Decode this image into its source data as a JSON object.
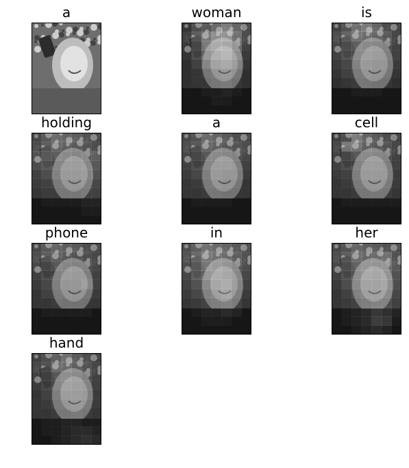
{
  "panels": [
    {
      "word": "a",
      "overlay": "none"
    },
    {
      "word": "woman",
      "overlay": [
        [
          10,
          30,
          40,
          55,
          70,
          50,
          25
        ],
        [
          20,
          45,
          65,
          85,
          90,
          60,
          30
        ],
        [
          15,
          35,
          70,
          80,
          75,
          55,
          20
        ],
        [
          10,
          30,
          55,
          60,
          70,
          45,
          15
        ],
        [
          5,
          20,
          35,
          40,
          50,
          30,
          10
        ],
        [
          5,
          10,
          15,
          20,
          25,
          15,
          5
        ],
        [
          5,
          10,
          10,
          15,
          20,
          10,
          5
        ],
        [
          5,
          5,
          10,
          10,
          15,
          10,
          5
        ],
        [
          5,
          5,
          5,
          10,
          10,
          5,
          5
        ],
        [
          5,
          5,
          5,
          5,
          5,
          5,
          5
        ]
      ]
    },
    {
      "word": "is",
      "overlay": [
        [
          20,
          35,
          60,
          70,
          50,
          30,
          20
        ],
        [
          30,
          50,
          60,
          55,
          50,
          40,
          25
        ],
        [
          25,
          40,
          45,
          40,
          35,
          30,
          20
        ],
        [
          20,
          35,
          40,
          35,
          30,
          25,
          20
        ],
        [
          15,
          25,
          30,
          25,
          20,
          20,
          15
        ],
        [
          10,
          20,
          20,
          20,
          15,
          15,
          10
        ],
        [
          5,
          10,
          15,
          15,
          10,
          10,
          5
        ],
        [
          5,
          5,
          10,
          10,
          10,
          5,
          5
        ],
        [
          5,
          5,
          5,
          5,
          5,
          5,
          5
        ],
        [
          5,
          5,
          5,
          5,
          5,
          5,
          5
        ]
      ]
    },
    {
      "word": "holding",
      "overlay": [
        [
          25,
          40,
          55,
          50,
          45,
          35,
          25
        ],
        [
          30,
          45,
          50,
          45,
          40,
          35,
          30
        ],
        [
          35,
          50,
          45,
          40,
          35,
          40,
          45
        ],
        [
          30,
          40,
          35,
          30,
          30,
          35,
          40
        ],
        [
          20,
          30,
          30,
          25,
          25,
          30,
          35
        ],
        [
          15,
          20,
          20,
          20,
          20,
          25,
          25
        ],
        [
          10,
          15,
          15,
          15,
          15,
          20,
          20
        ],
        [
          5,
          10,
          10,
          10,
          10,
          15,
          15
        ],
        [
          5,
          5,
          5,
          5,
          5,
          10,
          10
        ],
        [
          5,
          5,
          5,
          5,
          5,
          5,
          5
        ]
      ]
    },
    {
      "word": "a",
      "overlay": [
        [
          25,
          35,
          55,
          50,
          40,
          30,
          25
        ],
        [
          30,
          40,
          50,
          45,
          40,
          35,
          30
        ],
        [
          25,
          35,
          40,
          40,
          35,
          30,
          25
        ],
        [
          20,
          30,
          35,
          30,
          30,
          25,
          20
        ],
        [
          15,
          25,
          25,
          25,
          20,
          20,
          15
        ],
        [
          10,
          15,
          20,
          20,
          15,
          15,
          10
        ],
        [
          10,
          10,
          15,
          15,
          10,
          10,
          10
        ],
        [
          5,
          10,
          10,
          10,
          10,
          5,
          5
        ],
        [
          5,
          5,
          5,
          5,
          5,
          5,
          5
        ],
        [
          5,
          5,
          5,
          5,
          5,
          5,
          5
        ]
      ]
    },
    {
      "word": "cell",
      "overlay": [
        [
          20,
          30,
          70,
          50,
          40,
          30,
          20
        ],
        [
          25,
          70,
          60,
          45,
          40,
          35,
          25
        ],
        [
          20,
          35,
          40,
          40,
          35,
          30,
          20
        ],
        [
          20,
          30,
          30,
          30,
          30,
          25,
          20
        ],
        [
          15,
          20,
          25,
          25,
          25,
          25,
          15
        ],
        [
          10,
          15,
          20,
          20,
          20,
          20,
          15
        ],
        [
          10,
          10,
          15,
          15,
          15,
          15,
          10
        ],
        [
          5,
          10,
          10,
          10,
          10,
          10,
          10
        ],
        [
          5,
          5,
          5,
          5,
          5,
          5,
          5
        ],
        [
          5,
          5,
          5,
          5,
          5,
          5,
          5
        ]
      ]
    },
    {
      "word": "phone",
      "overlay": [
        [
          25,
          40,
          50,
          45,
          40,
          30,
          25
        ],
        [
          30,
          45,
          45,
          40,
          35,
          30,
          25
        ],
        [
          25,
          35,
          40,
          35,
          30,
          30,
          25
        ],
        [
          20,
          30,
          30,
          30,
          25,
          25,
          20
        ],
        [
          15,
          25,
          25,
          20,
          20,
          35,
          20
        ],
        [
          10,
          20,
          20,
          15,
          15,
          15,
          15
        ],
        [
          10,
          10,
          15,
          10,
          10,
          10,
          10
        ],
        [
          5,
          10,
          10,
          10,
          10,
          10,
          5
        ],
        [
          5,
          5,
          5,
          5,
          5,
          5,
          5
        ],
        [
          5,
          5,
          5,
          5,
          5,
          5,
          5
        ]
      ]
    },
    {
      "word": "in",
      "overlay": [
        [
          30,
          45,
          60,
          55,
          50,
          40,
          30
        ],
        [
          35,
          55,
          65,
          60,
          55,
          45,
          35
        ],
        [
          30,
          50,
          65,
          60,
          50,
          40,
          30
        ],
        [
          25,
          45,
          55,
          55,
          45,
          35,
          25
        ],
        [
          20,
          35,
          40,
          45,
          55,
          30,
          20
        ],
        [
          15,
          25,
          30,
          35,
          45,
          25,
          15
        ],
        [
          10,
          15,
          20,
          25,
          30,
          20,
          10
        ],
        [
          5,
          10,
          15,
          15,
          20,
          15,
          5
        ],
        [
          5,
          5,
          10,
          10,
          10,
          5,
          5
        ],
        [
          5,
          5,
          5,
          5,
          5,
          5,
          5
        ]
      ]
    },
    {
      "word": "her",
      "overlay": [
        [
          25,
          35,
          50,
          45,
          40,
          35,
          30
        ],
        [
          30,
          45,
          55,
          50,
          55,
          60,
          35
        ],
        [
          25,
          40,
          50,
          55,
          50,
          55,
          40
        ],
        [
          20,
          35,
          45,
          50,
          45,
          50,
          35
        ],
        [
          15,
          30,
          40,
          40,
          40,
          45,
          30
        ],
        [
          10,
          20,
          30,
          35,
          35,
          40,
          25
        ],
        [
          10,
          15,
          20,
          25,
          30,
          30,
          20
        ],
        [
          5,
          10,
          15,
          20,
          30,
          25,
          15
        ],
        [
          5,
          10,
          15,
          20,
          35,
          30,
          10
        ],
        [
          5,
          5,
          10,
          15,
          20,
          15,
          5
        ]
      ]
    },
    {
      "word": "hand",
      "overlay": [
        [
          20,
          30,
          45,
          60,
          40,
          30,
          20
        ],
        [
          25,
          35,
          55,
          55,
          45,
          35,
          25
        ],
        [
          20,
          30,
          40,
          45,
          40,
          30,
          20
        ],
        [
          15,
          25,
          35,
          40,
          35,
          30,
          20
        ],
        [
          10,
          20,
          25,
          30,
          30,
          25,
          15
        ],
        [
          10,
          15,
          20,
          20,
          25,
          20,
          15
        ],
        [
          10,
          10,
          15,
          15,
          20,
          15,
          10
        ],
        [
          5,
          10,
          10,
          15,
          15,
          10,
          10
        ],
        [
          5,
          10,
          10,
          15,
          20,
          20,
          15
        ],
        [
          5,
          5,
          10,
          15,
          20,
          25,
          20
        ]
      ]
    }
  ]
}
